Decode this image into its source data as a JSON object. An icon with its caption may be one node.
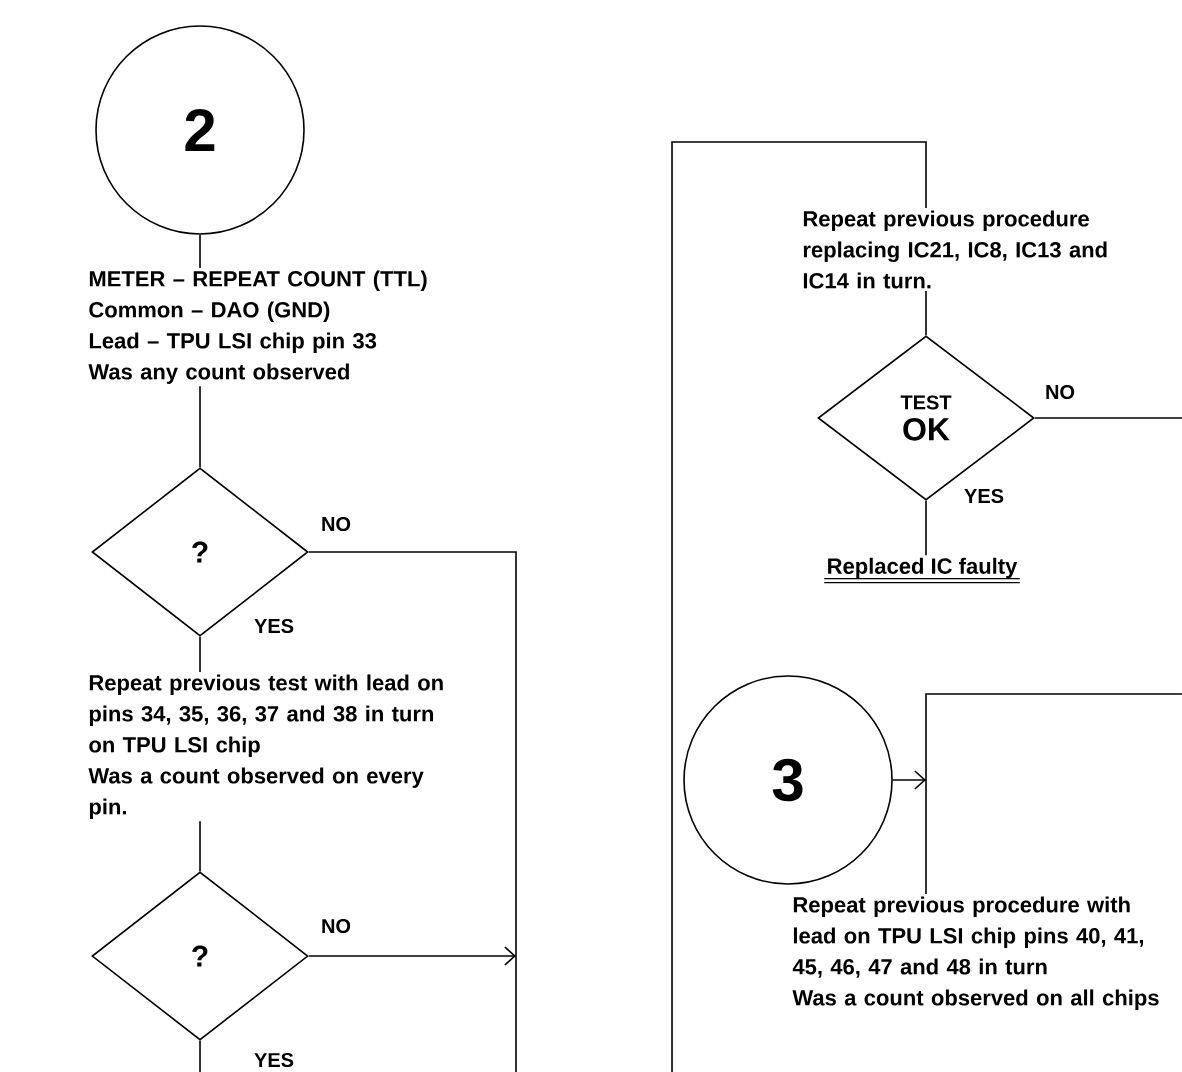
{
  "diagram": {
    "nodes": [
      {
        "text": [
          "2"
        ]
      },
      {
        "text": [
          "METER – REPEAT COUNT (TTL)",
          "Common – DAO (GND)",
          "Lead – TPU LSI chip pin 33",
          "Was any count observed"
        ]
      },
      {
        "text": [
          "?"
        ]
      },
      {
        "text": [
          "Repeat previous test with lead on pins 34, 35, 36, 37 and 38 in turn on TPU LSI chip",
          "Was a count observed on every pin."
        ]
      },
      {
        "text": [
          "?"
        ]
      },
      {
        "text": [
          "Repeat previous procedure replacing IC21, IC8, IC13 and IC14 in turn."
        ]
      },
      {
        "text": [
          "TEST",
          "OK"
        ]
      },
      {
        "text": [
          "Replaced IC faulty"
        ]
      },
      {
        "text": [
          "3"
        ]
      },
      {
        "text": [
          "Repeat previous procedure with lead on TPU LSI chip pins 40, 41, 45, 46, 47 and 48 in turn",
          "Was a count observed on all chips"
        ]
      }
    ],
    "edges": [
      {
        "from": 0,
        "to": 1,
        "arrow": "none"
      },
      {
        "from": 1,
        "to": 2,
        "arrow": "none"
      },
      {
        "from": 2,
        "to": 3,
        "arrow": "none",
        "label": "YES"
      },
      {
        "from": 2,
        "to": null,
        "arrow": "none",
        "label": "NO"
      },
      {
        "from": 3,
        "to": 4,
        "arrow": "none"
      },
      {
        "from": 4,
        "to": null,
        "arrow": "to",
        "label": "NO"
      },
      {
        "from": 4,
        "to": null,
        "arrow": "none",
        "label": "YES"
      },
      {
        "from": null,
        "to": 5,
        "arrow": "none"
      },
      {
        "from": 5,
        "to": 6,
        "arrow": "none"
      },
      {
        "from": 6,
        "to": null,
        "arrow": "none",
        "label": "NO"
      },
      {
        "from": 6,
        "to": 7,
        "arrow": "none",
        "label": "YES"
      },
      {
        "from": null,
        "to": 9,
        "arrow": "none"
      },
      {
        "from": 8,
        "to": null,
        "arrow": "to"
      }
    ]
  }
}
